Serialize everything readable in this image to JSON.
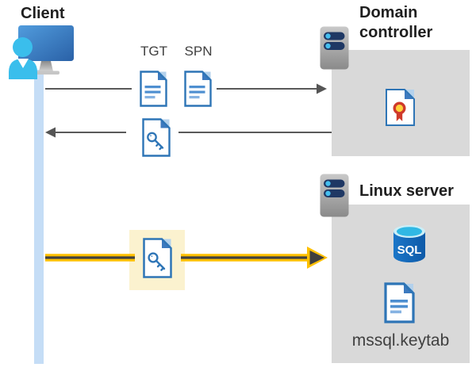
{
  "client": {
    "label": "Client"
  },
  "domain_controller": {
    "label": "Domain controller"
  },
  "linux_server": {
    "label": "Linux server"
  },
  "messages": {
    "tgt_label": "TGT",
    "spn_label": "SPN"
  },
  "linux_contents": {
    "sql_label": "SQL",
    "keytab_label": "mssql.keytab"
  },
  "icons": {
    "client": "user-workstation-icon",
    "domain_controller": "server-icon",
    "linux_server": "server-icon",
    "tgt": "document-icon",
    "spn": "document-icon",
    "service_ticket": "key-document-icon",
    "highlighted_ticket": "key-document-icon",
    "certificate": "certificate-document-icon",
    "sql_database": "sql-database-icon",
    "keytab_file": "document-icon"
  },
  "colors": {
    "doc_blue": "#2E75B6",
    "doc_fold_dark": "#3D7ABF",
    "doc_fold_pale": "#B3D1EC",
    "doc_line_blue": "#4E8FD0",
    "timeline_blue": "#C5DDF6",
    "box_gray": "#D9D9D9",
    "arrow_gray": "#595959",
    "highlight_yellow_box": "#FBF2CF",
    "arrow_yellow": "#FFC000",
    "arrow_core_dark": "#404040",
    "sql_blue": "#1268BE",
    "sql_top_teal": "#30B8E4",
    "server_navy": "#1F3864",
    "server_dot_cyan": "#45BFEF",
    "person_cyan": "#3ABEEC"
  }
}
